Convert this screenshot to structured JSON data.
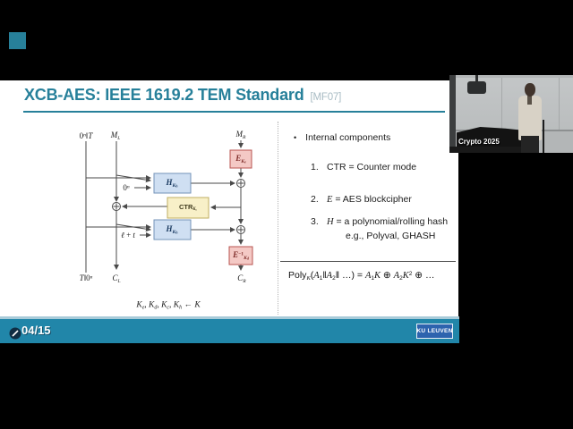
{
  "colors": {
    "accent": "#27809a",
    "muted-ref": "#a9bcc4",
    "ink": "#1c1c1c",
    "line": "#4a4a4a",
    "bar": "#2186a9",
    "bar-top": "#a8cbd9",
    "logo-bg": "#2d63ae",
    "box-blue": "#cfdff2",
    "box-blue-border": "#7393b8",
    "box-yellow": "#f8f0c8",
    "box-yellow-border": "#bfae60",
    "box-pink": "#f4c9c5",
    "box-pink-border": "#b85450"
  },
  "slide": {
    "title": "XCB-AES: IEEE 1619.2 TEM Standard",
    "title_ref": "[MF07]"
  },
  "diagram": {
    "labels": {
      "topInput": [
        {
          "t": "0"
        },
        {
          "t": "n",
          "v": -1,
          "i": true
        },
        {
          "t": "‖"
        },
        {
          "t": "T",
          "i": true
        }
      ],
      "ml": [
        {
          "t": "M",
          "i": true
        },
        {
          "t": "L",
          "v": 1,
          "i": true
        }
      ],
      "mr": [
        {
          "t": "M",
          "i": true
        },
        {
          "t": "R",
          "v": 1,
          "i": true
        }
      ],
      "zeroN": [
        {
          "t": "0"
        },
        {
          "t": "n",
          "v": -1,
          "i": true
        }
      ],
      "lenT": [
        {
          "t": "ℓ",
          "i": true
        },
        {
          "t": " + "
        },
        {
          "t": "t",
          "i": true
        }
      ],
      "bottomInput": [
        {
          "t": "T",
          "i": true
        },
        {
          "t": "‖0"
        },
        {
          "t": "n",
          "v": -1,
          "i": true
        }
      ],
      "cl": [
        {
          "t": "C",
          "i": true
        },
        {
          "t": "L",
          "v": 1,
          "i": true
        }
      ],
      "cr": [
        {
          "t": "C",
          "i": true
        },
        {
          "t": "R",
          "v": 1,
          "i": true
        }
      ],
      "keyCaption": [
        {
          "t": "K",
          "i": true
        },
        {
          "t": "e",
          "v": 1,
          "i": true
        },
        {
          "t": ", "
        },
        {
          "t": "K",
          "i": true
        },
        {
          "t": "d",
          "v": 1,
          "i": true
        },
        {
          "t": ", "
        },
        {
          "t": "K",
          "i": true
        },
        {
          "t": "c",
          "v": 1,
          "i": true
        },
        {
          "t": ", "
        },
        {
          "t": "K",
          "i": true
        },
        {
          "t": "h",
          "v": 1,
          "i": true
        },
        {
          "t": " ← "
        },
        {
          "t": "K",
          "i": true
        }
      ]
    },
    "boxes": {
      "enc": [
        {
          "t": "E",
          "i": true
        },
        {
          "t": "K",
          "v": 1,
          "i": true
        },
        {
          "t": "e",
          "v": 2,
          "i": true
        }
      ],
      "hash": [
        {
          "t": "H",
          "i": true
        },
        {
          "t": "K",
          "v": 1,
          "i": true
        },
        {
          "t": "h",
          "v": 2,
          "i": true
        }
      ],
      "ctr": [
        {
          "t": "CTR"
        },
        {
          "t": "K",
          "v": 1,
          "i": true
        },
        {
          "t": "c",
          "v": 2,
          "i": true
        }
      ],
      "dec": [
        {
          "t": "E",
          "i": true
        },
        {
          "t": "−1",
          "v": -1
        },
        {
          "t": "K",
          "v": 1,
          "i": true
        },
        {
          "t": "d",
          "v": 2,
          "i": true
        }
      ]
    }
  },
  "notes": {
    "bullet": "•",
    "heading": "Internal components",
    "items": [
      {
        "num": "1.",
        "runs": [
          {
            "t": "CTR = Counter mode"
          }
        ]
      },
      {
        "num": "2.",
        "runs": [
          {
            "t": "E",
            "i": true
          },
          {
            "t": " = AES blockcipher"
          }
        ]
      },
      {
        "num": "3.",
        "runs": [
          {
            "t": "H",
            "i": true
          },
          {
            "t": " = a polynomial/rolling hash"
          }
        ]
      }
    ],
    "example": "e.g., Polyval, GHASH",
    "formula": [
      {
        "t": "Poly"
      },
      {
        "t": "K",
        "v": 1,
        "i": true
      },
      {
        "t": "("
      },
      {
        "t": "A",
        "i": true
      },
      {
        "t": "1",
        "v": 1
      },
      {
        "t": "‖"
      },
      {
        "t": "A",
        "i": true
      },
      {
        "t": "2",
        "v": 1
      },
      {
        "t": "‖ …) = "
      },
      {
        "t": "A",
        "i": true
      },
      {
        "t": "1",
        "v": 1
      },
      {
        "t": "K",
        "i": true
      },
      {
        "t": " ⊕ "
      },
      {
        "t": "A",
        "i": true
      },
      {
        "t": "2",
        "v": 1
      },
      {
        "t": "K",
        "i": true
      },
      {
        "t": "2",
        "v": -1
      },
      {
        "t": " ⊕ …"
      }
    ]
  },
  "footer": {
    "page_number": "04/15",
    "logo": "KU LEUVEN"
  },
  "webcam": {
    "caption": "Crypto 2025"
  }
}
